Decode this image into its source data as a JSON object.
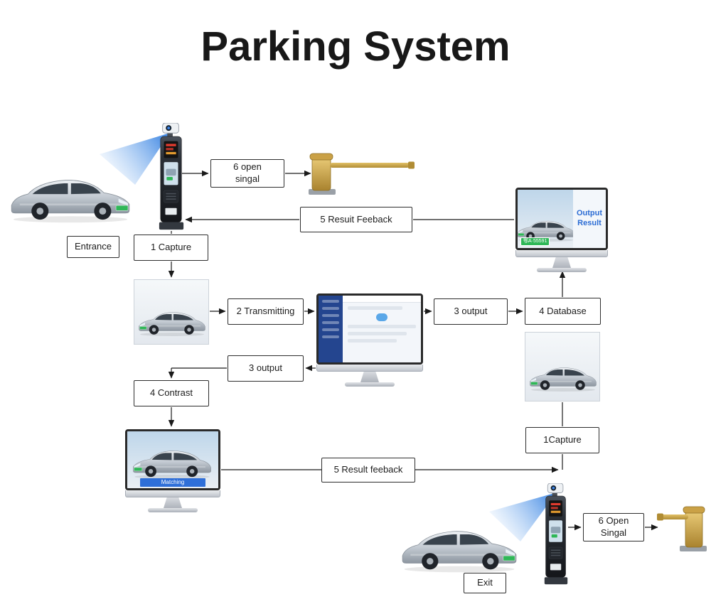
{
  "title": "Parking System",
  "colors": {
    "beam_blue": "#2f7de0",
    "plate_green": "#2fb757",
    "barrier_gold": "#c9a24a",
    "result_text_blue": "#2b6cd4"
  },
  "entrance": {
    "label": "Entrance",
    "open_signal": "6 open\nsingal",
    "result_feedback": "5 Resuit  Feeback",
    "capture": "1 Capture",
    "transmitting": "2 Transmitting",
    "output": "3 output",
    "database": "4 Database",
    "monitor_text": "Output\nResult",
    "monitor_plate": "鄂A·55591"
  },
  "exit": {
    "label": "Exit",
    "output": "3 output",
    "contrast": "4 Contrast",
    "matching": "Matching",
    "result_feedback": "5 Result feeback",
    "capture": "1Capture",
    "open_signal": "6 Open\nSingal"
  }
}
